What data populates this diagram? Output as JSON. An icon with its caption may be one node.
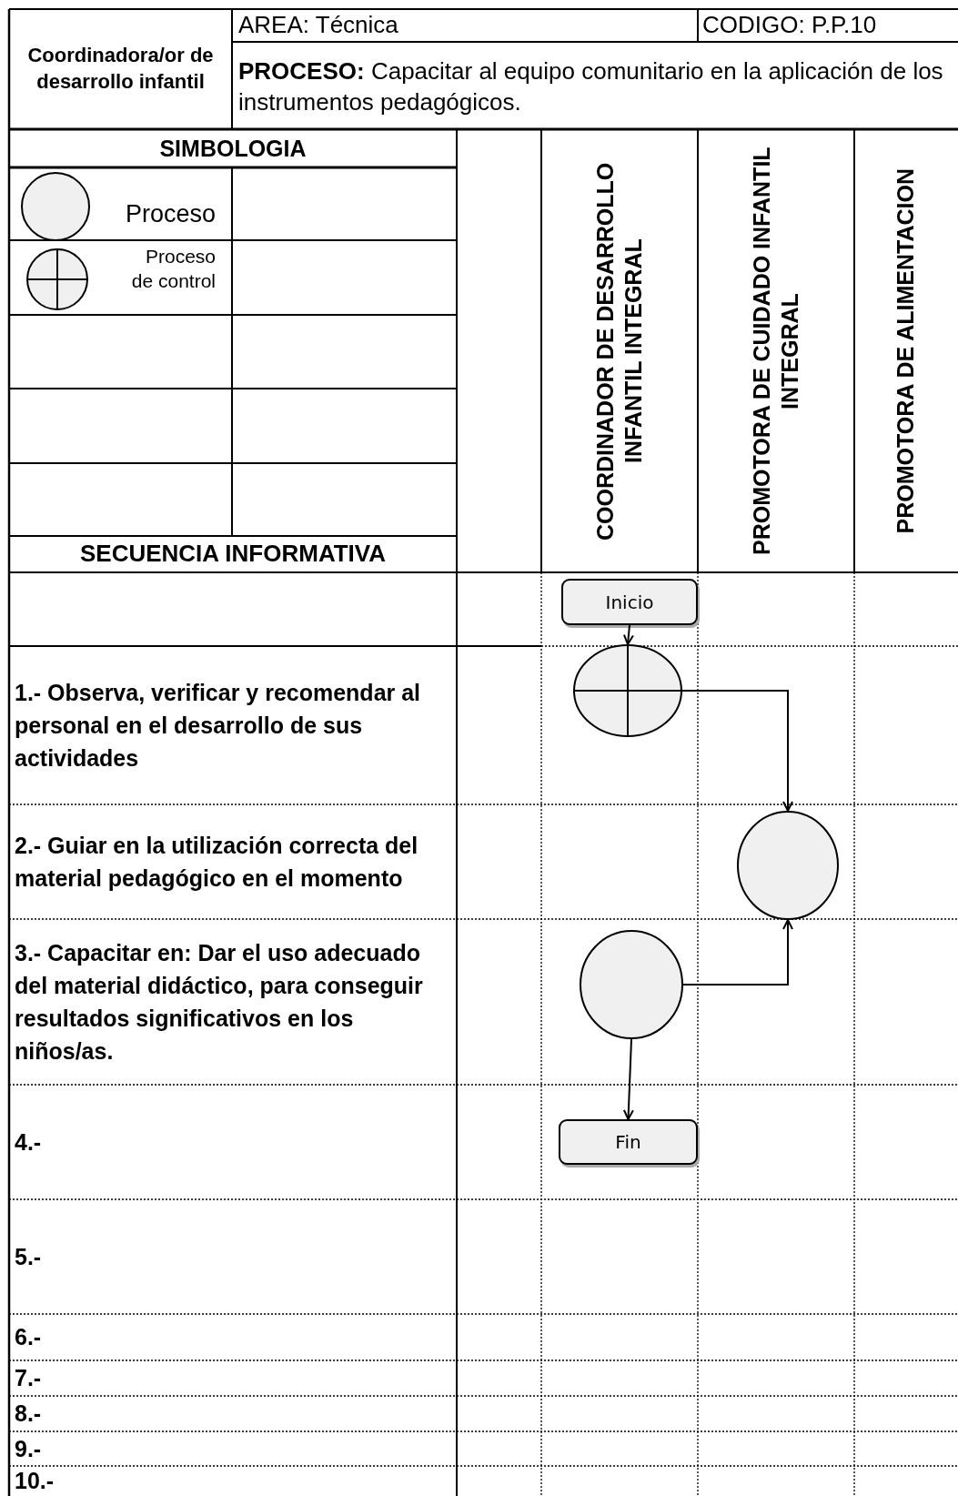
{
  "diagram": {
    "nodes": [
      {
        "text": [
          "Inicio"
        ]
      },
      {
        "text": [],
        "shape": "crossed-circle"
      },
      {
        "text": [],
        "shape": "circle"
      },
      {
        "text": [],
        "shape": "circle"
      },
      {
        "text": [
          "Fin"
        ]
      }
    ],
    "edges": [
      {
        "from": 0,
        "to": 1,
        "arrow": "to"
      },
      {
        "from": 1,
        "to": 2,
        "arrow": "to"
      },
      {
        "from": 3,
        "to": 2,
        "arrow": "to"
      },
      {
        "from": 3,
        "to": 4,
        "arrow": "to"
      }
    ],
    "labels": [
      "Coordinadora/or de desarrollo infantil",
      "AREA: Técnica",
      "CODIGO: P.P.10",
      "**PROCESO:** Capacitar al equipo comunitario en la aplicación de los instrumentos pedagógicos.",
      "SIMBOLOGIA",
      "COORDINADOR DE DESARROLLO INFANTIL INTEGRAL",
      "PROMOTORA DE CUIDADO INFANTIL INTEGRAL",
      "PROMOTORA DE ALIMENTACION",
      "SECUENCIA INFORMATIVA",
      "1.- Observa, verificar y recomendar al personal en el desarrollo de sus actividades",
      "2.- Guiar en la utilización correcta del material pedagógico en el momento",
      "3.- Capacitar en: Dar el uso adecuado del material didáctico, para conseguir resultados significativos en los niños/as.",
      "4.-",
      "5.-",
      "6.-",
      "7.-",
      "8.-",
      "9.-",
      "10.-"
    ],
    "legend": [
      {
        "text": "Proceso"
      },
      {
        "text": "Proceso de control"
      }
    ]
  }
}
